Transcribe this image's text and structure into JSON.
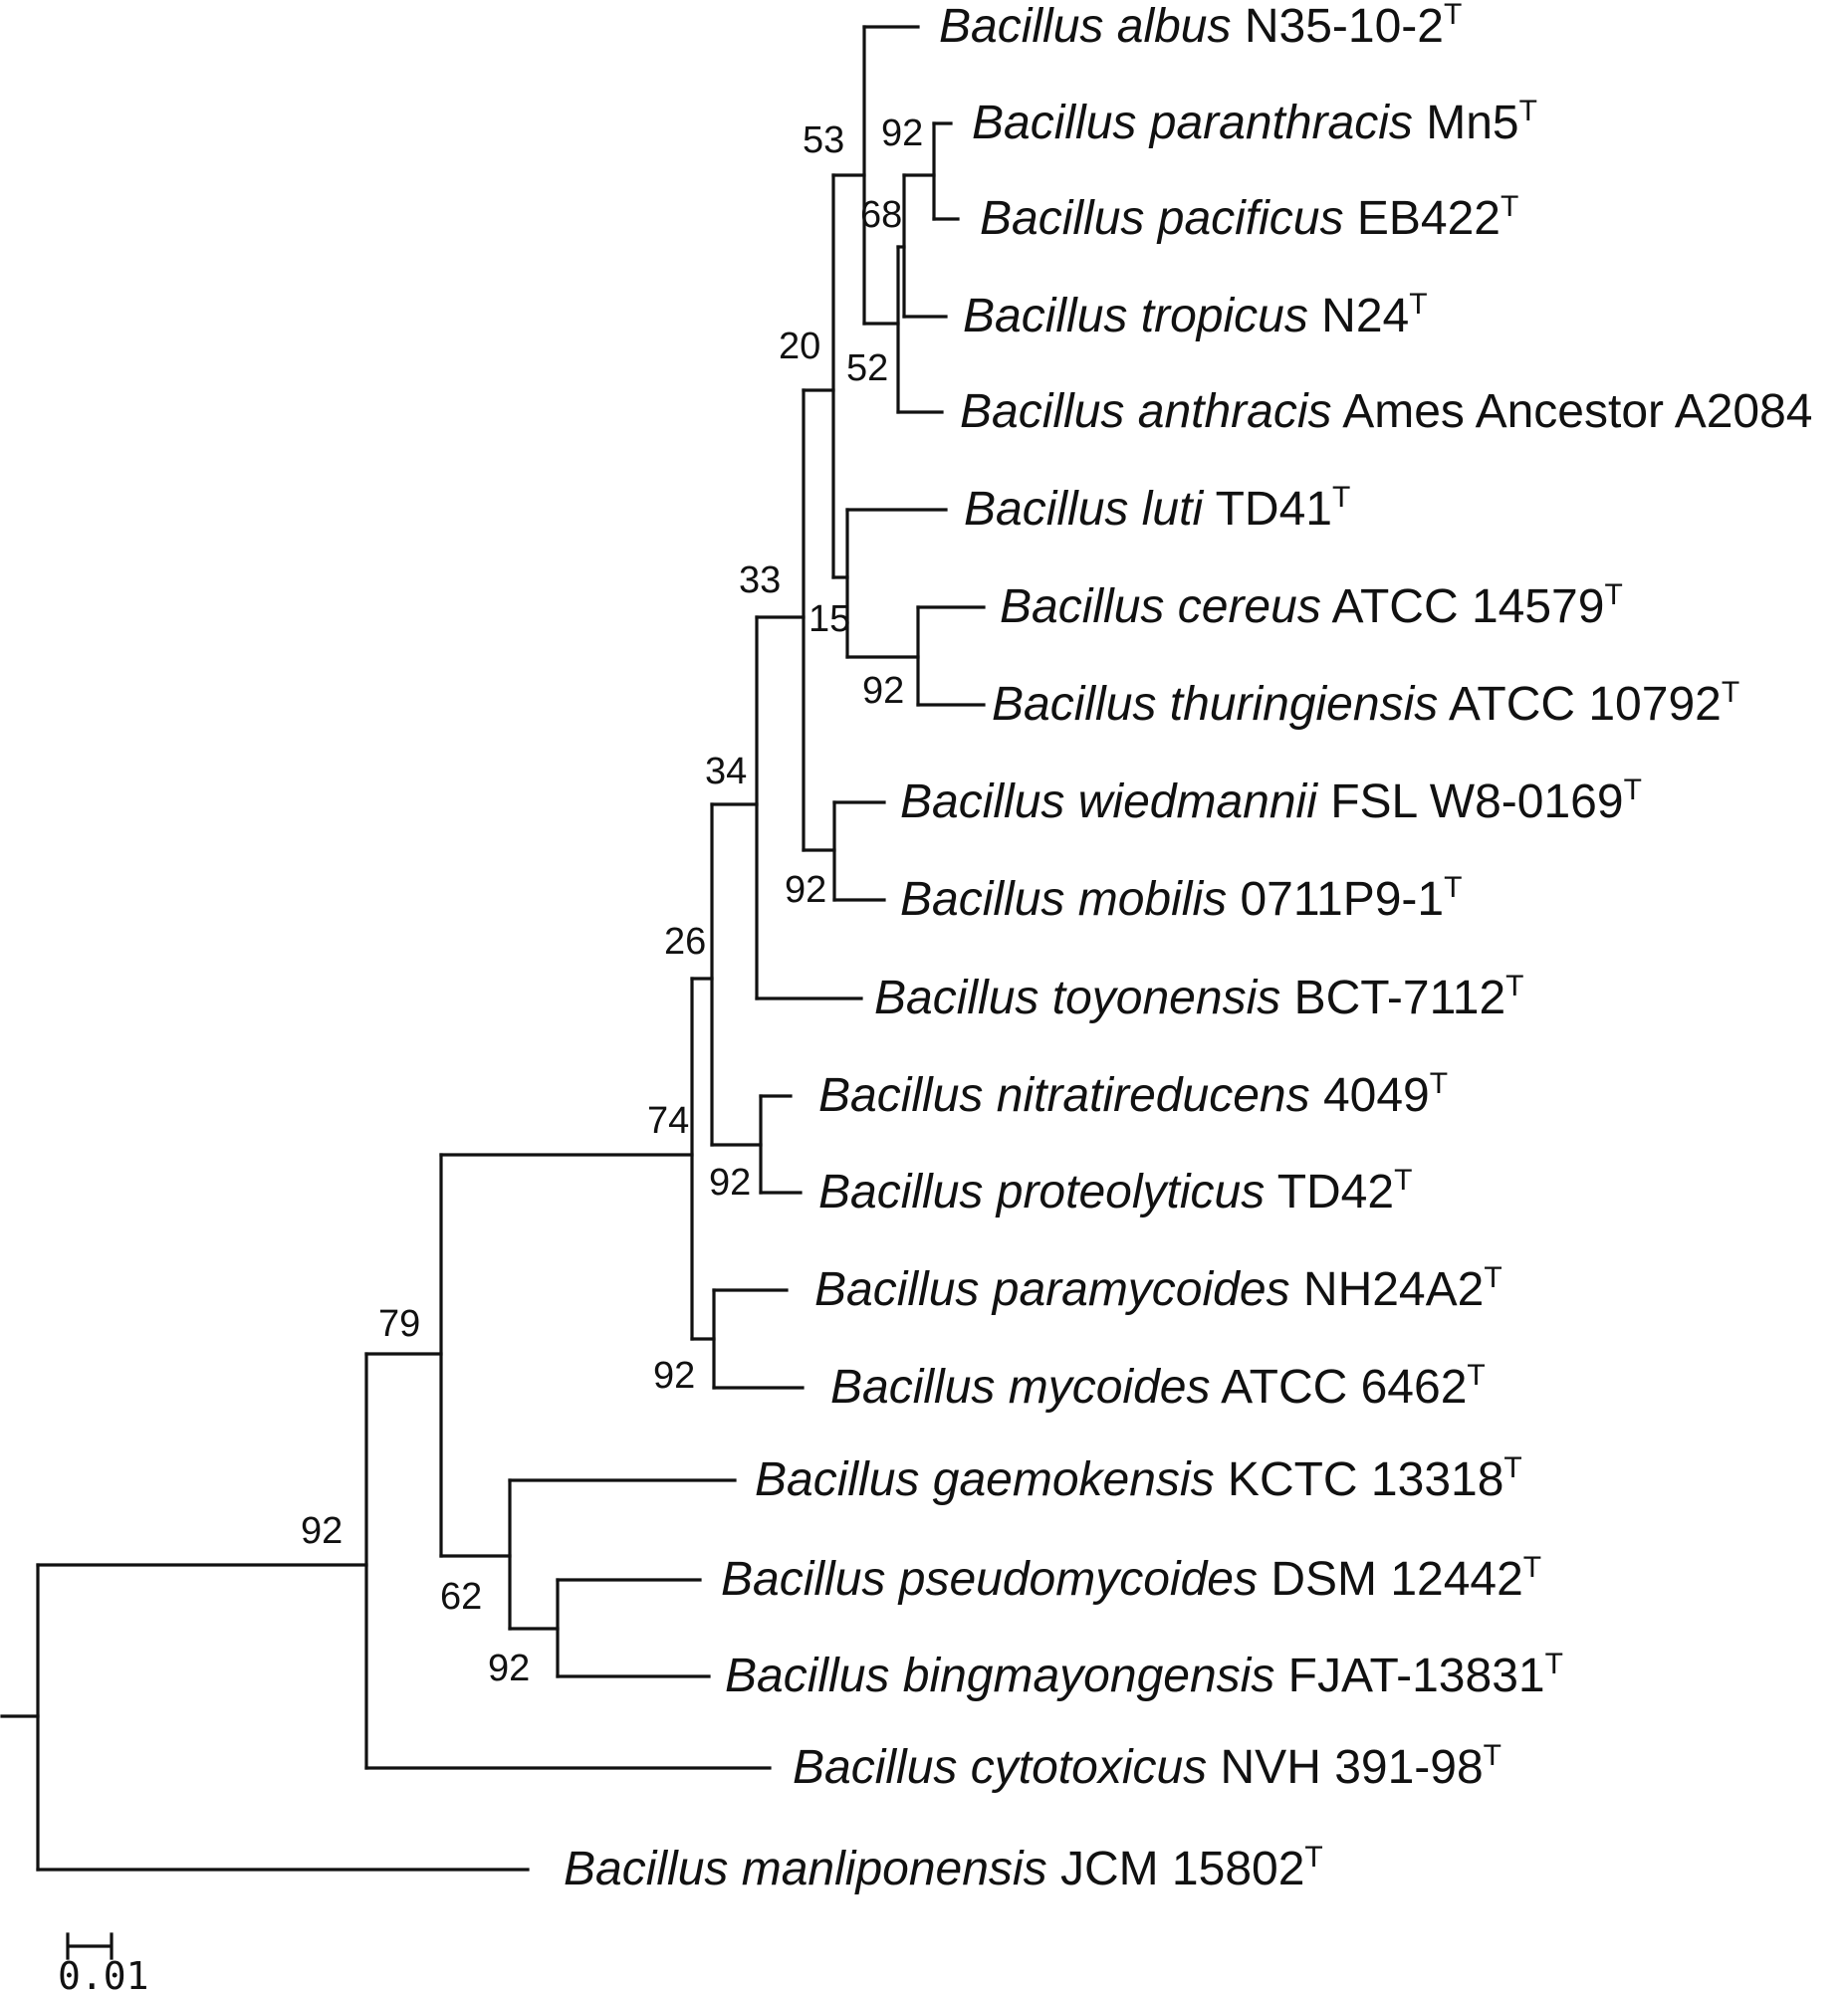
{
  "tree": {
    "taxa": [
      {
        "id": "albus",
        "genus": "Bacillus",
        "species": "albus",
        "strain": "N35-10-2",
        "type_mark": "T"
      },
      {
        "id": "paranthracis",
        "genus": "Bacillus",
        "species": "paranthracis",
        "strain": "Mn5",
        "type_mark": "T"
      },
      {
        "id": "pacificus",
        "genus": "Bacillus",
        "species": "pacificus",
        "strain": "EB422",
        "type_mark": "T"
      },
      {
        "id": "tropicus",
        "genus": "Bacillus",
        "species": "tropicus",
        "strain": "N24",
        "type_mark": "T"
      },
      {
        "id": "anthracis",
        "genus": "Bacillus",
        "species": "anthracis",
        "strain": "Ames Ancestor A2084",
        "type_mark": ""
      },
      {
        "id": "luti",
        "genus": "Bacillus",
        "species": "luti",
        "strain": "TD41",
        "type_mark": "T"
      },
      {
        "id": "cereus",
        "genus": "Bacillus",
        "species": "cereus",
        "strain": "ATCC 14579",
        "type_mark": "T"
      },
      {
        "id": "thuringiensis",
        "genus": "Bacillus",
        "species": "thuringiensis",
        "strain": "ATCC 10792",
        "type_mark": "T"
      },
      {
        "id": "wiedmannii",
        "genus": "Bacillus",
        "species": "wiedmannii",
        "strain": "FSL W8-0169",
        "type_mark": "T"
      },
      {
        "id": "mobilis",
        "genus": "Bacillus",
        "species": "mobilis",
        "strain": "0711P9-1",
        "type_mark": "T"
      },
      {
        "id": "toyonensis",
        "genus": "Bacillus",
        "species": "toyonensis",
        "strain": "BCT-7112",
        "type_mark": "T"
      },
      {
        "id": "nitratireducens",
        "genus": "Bacillus",
        "species": "nitratireducens",
        "strain": "4049",
        "type_mark": "T"
      },
      {
        "id": "proteolyticus",
        "genus": "Bacillus",
        "species": "proteolyticus",
        "strain": "TD42",
        "type_mark": "T"
      },
      {
        "id": "paramycoides",
        "genus": "Bacillus",
        "species": "paramycoides",
        "strain": "NH24A2",
        "type_mark": "T"
      },
      {
        "id": "mycoides",
        "genus": "Bacillus",
        "species": "mycoides",
        "strain": "ATCC 6462",
        "type_mark": "T"
      },
      {
        "id": "gaemokensis",
        "genus": "Bacillus",
        "species": "gaemokensis",
        "strain": "KCTC 13318",
        "type_mark": "T"
      },
      {
        "id": "pseudomycoides",
        "genus": "Bacillus",
        "species": "pseudomycoides",
        "strain": "DSM 12442",
        "type_mark": "T"
      },
      {
        "id": "bingmayongensis",
        "genus": "Bacillus",
        "species": "bingmayongensis",
        "strain": "FJAT-13831",
        "type_mark": "T"
      },
      {
        "id": "cytotoxicus",
        "genus": "Bacillus",
        "species": "cytotoxicus",
        "strain": "NVH 391-98",
        "type_mark": "T"
      },
      {
        "id": "manliponensis",
        "genus": "Bacillus",
        "species": "manliponensis",
        "strain": "JCM 15802",
        "type_mark": "T"
      }
    ],
    "bootstrap_values": [
      "53",
      "92",
      "68",
      "20",
      "52",
      "33",
      "15",
      "92",
      "34",
      "92",
      "26",
      "74",
      "92",
      "92",
      "79",
      "92",
      "62",
      "92"
    ],
    "scale_bar": {
      "label": "0.01",
      "length": 0.01
    }
  }
}
